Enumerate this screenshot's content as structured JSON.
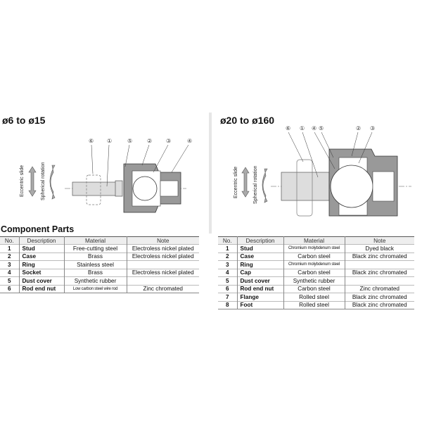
{
  "left": {
    "title": "ø6 to ø15",
    "motion_labels": [
      "Eccentric slide",
      "Spherical rotation"
    ],
    "callouts": [
      "⑥",
      "①",
      "⑤",
      "②",
      "③",
      "④"
    ]
  },
  "right": {
    "title": "ø20 to ø160",
    "motion_labels": [
      "Eccentric slide",
      "Spherical rotation"
    ],
    "callouts": [
      "⑥",
      "①",
      "④",
      "⑤",
      "②",
      "③"
    ]
  },
  "section_title": "Component Parts",
  "columns": [
    "No.",
    "Description",
    "Material",
    "Note"
  ],
  "left_table": [
    {
      "no": "1",
      "desc": "Stud",
      "material": "Free-cutting steel",
      "note": "Electroless nickel plated"
    },
    {
      "no": "2",
      "desc": "Case",
      "material": "Brass",
      "note": "Electroless nickel plated"
    },
    {
      "no": "3",
      "desc": "Ring",
      "material": "Stainless steel",
      "note": ""
    },
    {
      "no": "4",
      "desc": "Socket",
      "material": "Brass",
      "note": "Electroless nickel plated"
    },
    {
      "no": "5",
      "desc": "Dust cover",
      "material": "Synthetic rubber",
      "note": ""
    },
    {
      "no": "6",
      "desc": "Rod end nut",
      "material": "Low carbon steel wire rod",
      "note": "Zinc chromated"
    }
  ],
  "right_table": [
    {
      "no": "1",
      "desc": "Stud",
      "material": "Chromium molybdenum steel",
      "note": "Dyed black"
    },
    {
      "no": "2",
      "desc": "Case",
      "material": "Carbon steel",
      "note": "Black zinc chromated"
    },
    {
      "no": "3",
      "desc": "Ring",
      "material": "Chromium molybdenum steel",
      "note": ""
    },
    {
      "no": "4",
      "desc": "Cap",
      "material": "Carbon steel",
      "note": "Black zinc chromated"
    },
    {
      "no": "5",
      "desc": "Dust cover",
      "material": "Synthetic rubber",
      "note": ""
    },
    {
      "no": "6",
      "desc": "Rod end nut",
      "material": "Carbon steel",
      "note": "Zinc chromated"
    },
    {
      "no": "7",
      "desc": "Flange",
      "material": "Rolled steel",
      "note": "Black zinc chromated"
    },
    {
      "no": "8",
      "desc": "Foot",
      "material": "Rolled steel",
      "note": "Black zinc chromated"
    }
  ]
}
